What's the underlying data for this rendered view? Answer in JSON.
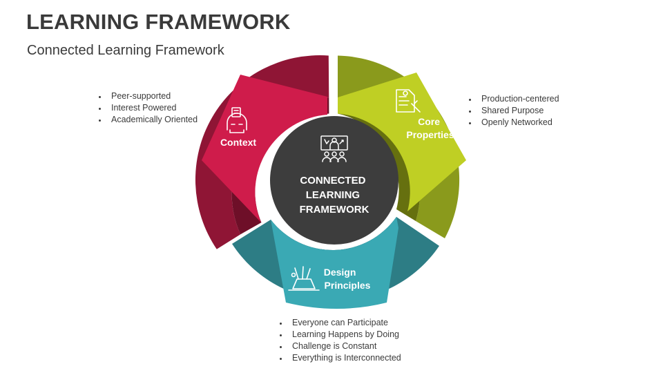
{
  "header": {
    "title": "LEARNING FRAMEWORK",
    "subtitle": "Connected Learning Framework"
  },
  "center": {
    "lines": [
      "CONNECTED",
      "LEARNING",
      "FRAMEWORK"
    ],
    "icon": "presentation-audience-icon",
    "color": "#3d3d3d"
  },
  "segments": {
    "context": {
      "label_lines": [
        "Context"
      ],
      "icon": "head-thinking-icon",
      "color_main": "#cf1c4b",
      "color_dark": "#8f1535",
      "bullets": [
        "Peer-supported",
        "Interest Powered",
        "Academically Oriented"
      ]
    },
    "core": {
      "label_lines": [
        "Core",
        "Properties"
      ],
      "icon": "certificate-document-icon",
      "color_main": "#bfcf24",
      "color_dark": "#8a9a1c",
      "bullets": [
        "Production-centered",
        "Shared Purpose",
        "Openly Networked"
      ]
    },
    "design": {
      "label_lines": [
        "Design",
        "Principles"
      ],
      "icon": "pencil-cup-icon",
      "color_main": "#3aa9b4",
      "color_dark": "#2d7d85",
      "bullets": [
        "Everyone can Participate",
        "Learning Happens by Doing",
        "Challenge is Constant",
        "Everything is Interconnected"
      ]
    }
  }
}
